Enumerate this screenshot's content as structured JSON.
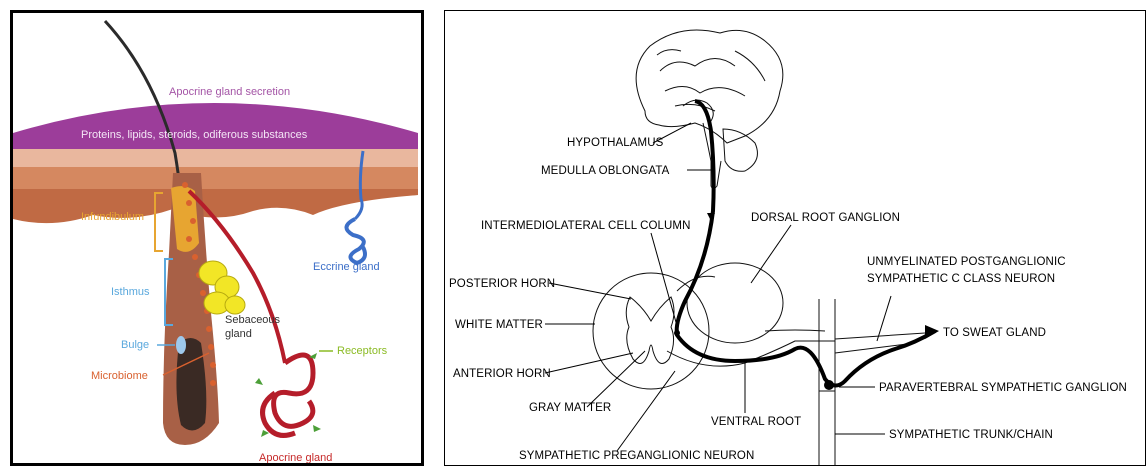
{
  "left_diagram": {
    "labels": {
      "apocrine_secretion": "Apocrine gland secretion",
      "secretion_contents": "Proteins, lipids, steroids, odiferous substances",
      "infundibulum": "Infundibulum",
      "isthmus": "Isthmus",
      "bulge": "Bulge",
      "microbiome": "Microbiome",
      "sebaceous_gland_line1": "Sebaceous",
      "sebaceous_gland_line2": "gland",
      "eccrine_gland": "Eccrine gland",
      "receptors": "Receptors",
      "apocrine_gland": "Apocrine gland"
    },
    "colors": {
      "secretion": "#9c3d9a",
      "skin_top": "#e9b79e",
      "skin_mid": "#d58860",
      "skin_deep": "#c06a44",
      "follicle": "#a86046",
      "infundibulum": "#e7a531",
      "sebaceous": "#f2e626",
      "isthmus": "#5aa8dd",
      "eccrine": "#3c6fc8",
      "apocrine": "#b51d2a",
      "receptors": "#4c9f38",
      "microbiome": "#d9612f",
      "secretion_label": "#a455a6",
      "sebaceous_label": "#333333",
      "apocrine_label": "#c62a2a",
      "receptors_label": "#8bbb24"
    }
  },
  "right_diagram": {
    "labels": {
      "hypothalamus": "HYPOTHALAMUS",
      "medulla_oblongata": "MEDULLA OBLONGATA",
      "intermediolateral_cell_column": "INTERMEDIOLATERAL CELL COLUMN",
      "dorsal_root_ganglion": "DORSAL ROOT GANGLION",
      "unmyelinated_line1": "UNMYELINATED POSTGANGLIONIC",
      "unmyelinated_line2": "SYMPATHETIC C CLASS NEURON",
      "posterior_horn": "POSTERIOR HORN",
      "white_matter": "WHITE MATTER",
      "to_sweat_gland": "TO SWEAT GLAND",
      "anterior_horn": "ANTERIOR HORN",
      "paravertebral_ganglion": "PARAVERTEBRAL SYMPATHETIC GANGLION",
      "gray_matter": "GRAY MATTER",
      "ventral_root": "VENTRAL ROOT",
      "sympathetic_trunk": "SYMPATHETIC TRUNK/CHAIN",
      "preganglionic_neuron": "SYMPATHETIC PREGANGLIONIC NEURON"
    }
  }
}
